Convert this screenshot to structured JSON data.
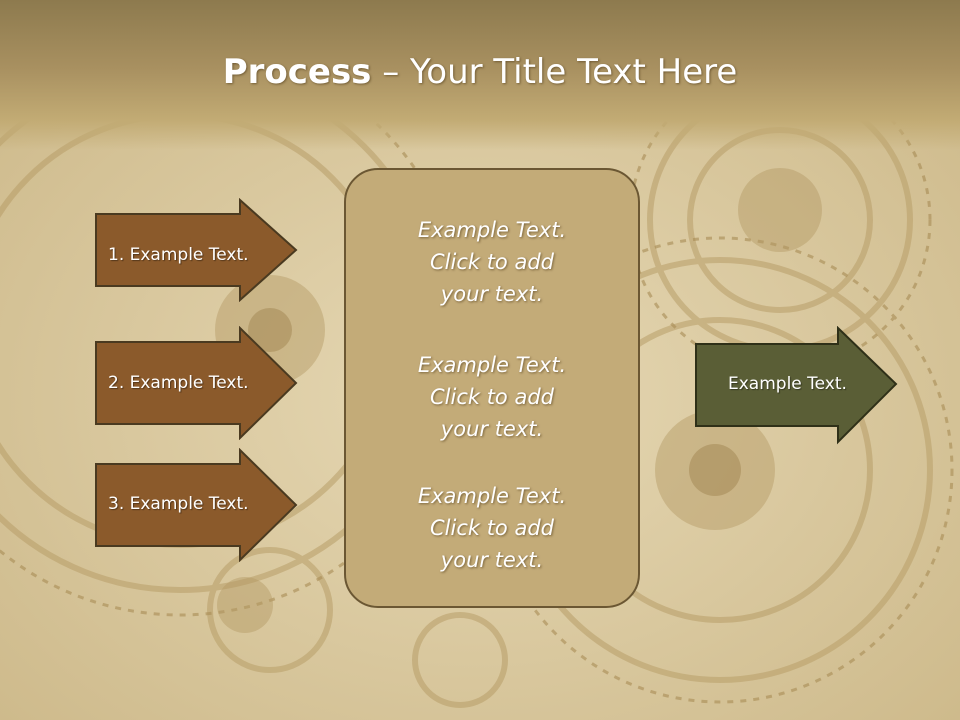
{
  "slide": {
    "title_bold": "Process",
    "title_rest": " – Your Title Text Here"
  },
  "left_arrows": [
    {
      "label": "1. Example Text."
    },
    {
      "label": "2. Example Text."
    },
    {
      "label": "3. Example Text."
    }
  ],
  "center_box": {
    "items": [
      {
        "line1": "Example Text.",
        "line2": "Click  to add",
        "line3": "your text."
      },
      {
        "line1": "Example Text.",
        "line2": "Click  to add",
        "line3": "your text."
      },
      {
        "line1": "Example Text.",
        "line2": "Click  to add",
        "line3": "your text."
      }
    ]
  },
  "right_arrow": {
    "label": "Example Text."
  },
  "colors": {
    "left_arrow_fill": "#8b5a2b",
    "right_arrow_fill": "#5a5e36",
    "center_box_fill": "#c3ab78",
    "outline": "#4a3a20"
  }
}
